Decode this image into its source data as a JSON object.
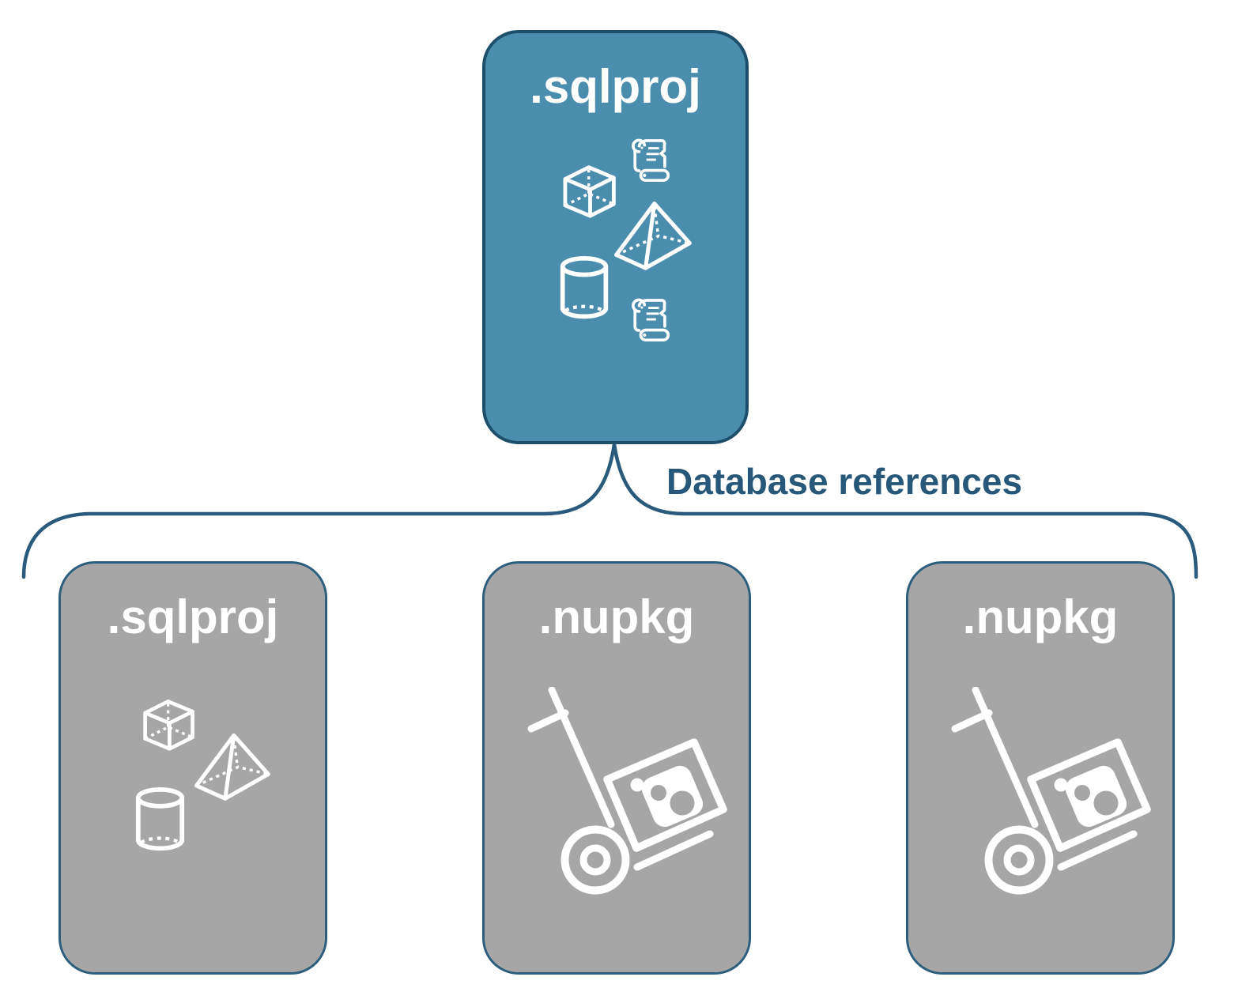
{
  "colors": {
    "root_fill": "#4b8dac",
    "root_border": "#1d4e6a",
    "child_fill": "#a6a6a6",
    "child_border": "#2e5e7d",
    "connector_stroke": "#2a5b7c",
    "label_text": "#27587a",
    "icon_stroke": "#ffffff",
    "title_text": "#ffffff"
  },
  "root_node": {
    "label": ".sqlproj",
    "icons": [
      "sql-script-icon",
      "cube-icon",
      "pyramid-icon",
      "database-cylinder-icon",
      "sql-script-icon"
    ]
  },
  "connector": {
    "label": "Database references",
    "shape": "curly-brace"
  },
  "child_nodes": [
    {
      "label": ".sqlproj",
      "icons": [
        "cube-icon",
        "pyramid-icon",
        "database-cylinder-icon"
      ]
    },
    {
      "label": ".nupkg",
      "icons": [
        "package-dolly-icon"
      ]
    },
    {
      "label": ".nupkg",
      "icons": [
        "package-dolly-icon"
      ]
    }
  ]
}
